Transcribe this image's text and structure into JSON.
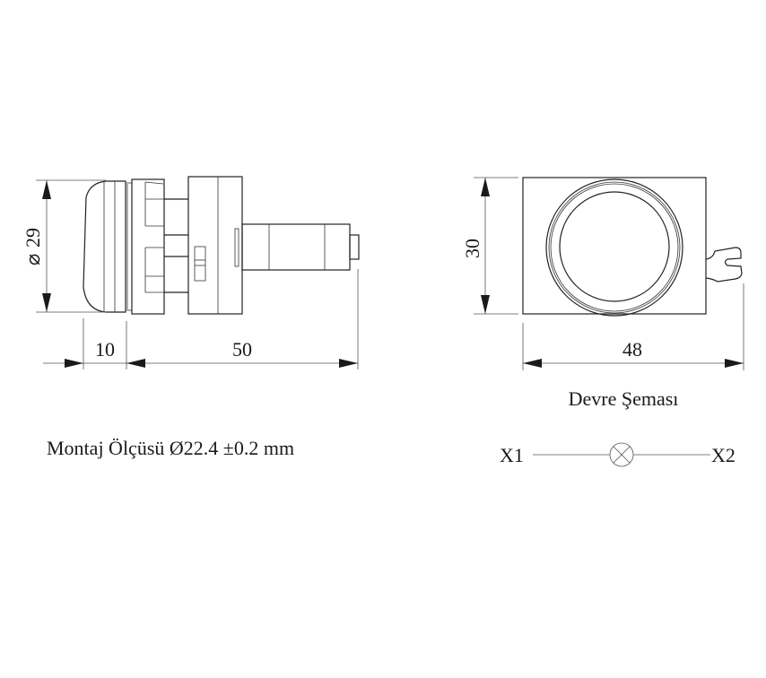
{
  "side_view": {
    "diameter_label": "29",
    "dim_front": "10",
    "dim_length": "50"
  },
  "front_view": {
    "height_label": "30",
    "width_label": "48"
  },
  "circuit": {
    "title": "Devre Şeması",
    "left_terminal": "X1",
    "right_terminal": "X2",
    "symbol": "lamp-icon"
  },
  "mounting": {
    "text": "Montaj Ölçüsü Ø22.4 ±0.2 mm"
  }
}
